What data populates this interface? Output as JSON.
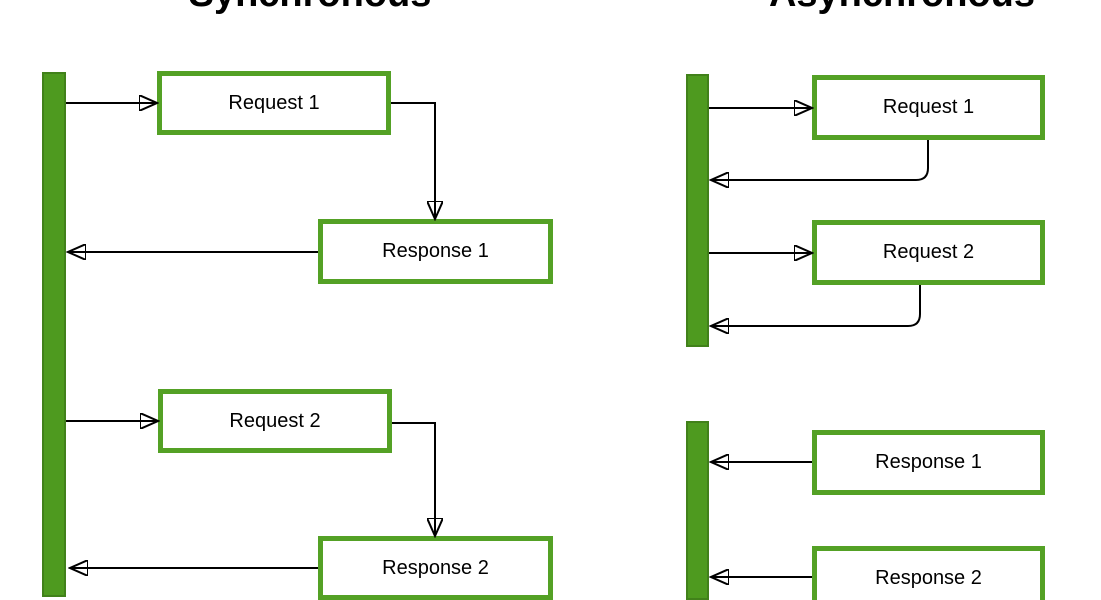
{
  "colors": {
    "background": "#ffffff",
    "bar_green": "#4e9a1f",
    "bar_edge_green": "#41811a",
    "box_border_green": "#54a125",
    "arrow_black": "#000000",
    "text_black": "#000000"
  },
  "sync": {
    "title": "Synchronous",
    "boxes": [
      {
        "label": "Request 1"
      },
      {
        "label": "Response 1"
      },
      {
        "label": "Request 2"
      },
      {
        "label": "Response 2"
      }
    ]
  },
  "async": {
    "title": "Asynchronous",
    "boxes": [
      {
        "label": "Request 1"
      },
      {
        "label": "Request 2"
      },
      {
        "label": "Response 1"
      },
      {
        "label": "Response 2"
      }
    ]
  }
}
